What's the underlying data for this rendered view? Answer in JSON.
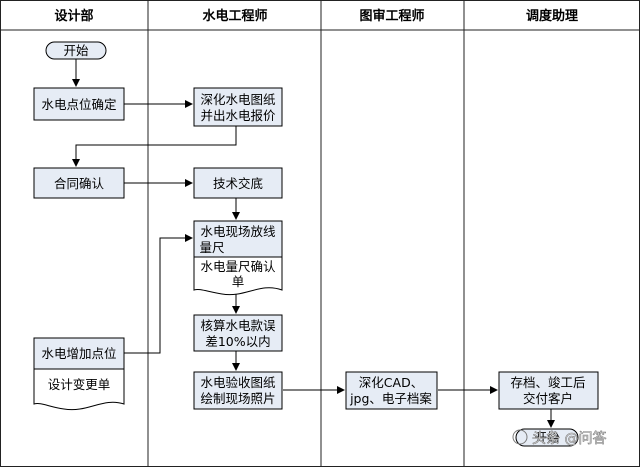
{
  "lanes": [
    "设计部",
    "水电工程师",
    "图审工程师",
    "调度助理"
  ],
  "nodes": {
    "start_top": "开始",
    "point_confirm": "水电点位确定",
    "deepen_1": "深化水电图纸",
    "deepen_2": "并出水电报价",
    "contract": "合同确认",
    "tech": "技术交底",
    "measure_1": "水电现场放线",
    "measure_2": "量尺",
    "measure_confirm_1": "水电量尺确认",
    "measure_confirm_2": "单",
    "check_1": "核算水电款误",
    "check_2": "差10%以内",
    "add_point": "水电增加点位",
    "change_form": "设计变更单",
    "accept_1": "水电验收图纸",
    "accept_2": "绘制现场照片",
    "cad_1": "深化CAD、",
    "cad_2": "jpg、电子档案",
    "archive_1": "存档、竣工后",
    "archive_2": "交付客户",
    "end_bottom": "开始"
  },
  "watermark": "头条 @问答",
  "colors": {
    "box_fill": "#e6ecf5",
    "border": "#000000",
    "lane_line": "#222222",
    "watermark": "#7a7a7a"
  }
}
